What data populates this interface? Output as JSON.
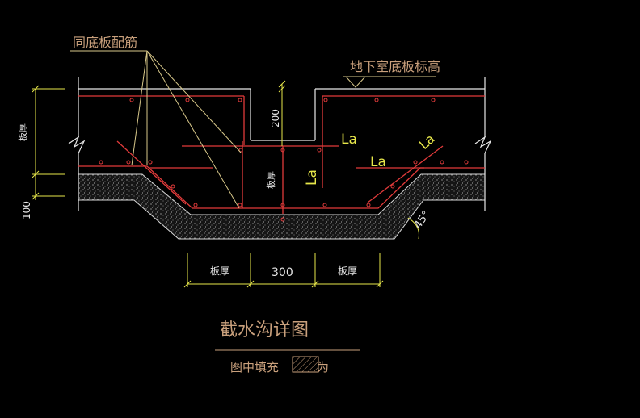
{
  "colors": {
    "background": "#000000",
    "outline": "#e8e8e8",
    "rebar": "#e23b3b",
    "dimension": "#e7e74a",
    "leader": "#d8c88a",
    "label": "#c9a07c",
    "fill_hatch": "#bdbdbd"
  },
  "annotations": {
    "same_as_slab_reinf": "同底板配筋",
    "basement_slab_elev": "地下室底板标高",
    "slab_thk_left": "板厚",
    "slab_thk_mid": "板厚",
    "dim_200": "200",
    "dim_100": "100",
    "la_1": "La",
    "la_2": "La",
    "la_3": "La",
    "la_4": "La",
    "angle": "45°"
  },
  "dimensions_bottom": {
    "left": "板厚",
    "center": "300",
    "right": "板厚"
  },
  "title": "截水沟详图",
  "legend": {
    "label": "图中填充",
    "suffix": "为"
  }
}
